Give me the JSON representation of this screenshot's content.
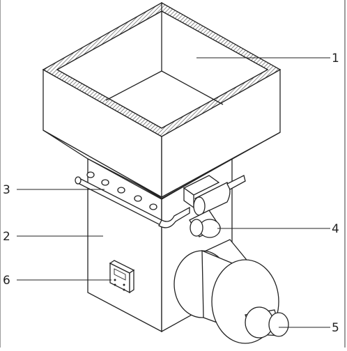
{
  "callouts": [
    {
      "id": "callout-1",
      "number": "1"
    },
    {
      "id": "callout-2",
      "number": "2"
    },
    {
      "id": "callout-3",
      "number": "3"
    },
    {
      "id": "callout-4",
      "number": "4"
    },
    {
      "id": "callout-5",
      "number": "5"
    },
    {
      "id": "callout-6",
      "number": "6"
    }
  ],
  "colors": {
    "line": "#222222",
    "background": "#ffffff",
    "hatch": "#444444"
  }
}
